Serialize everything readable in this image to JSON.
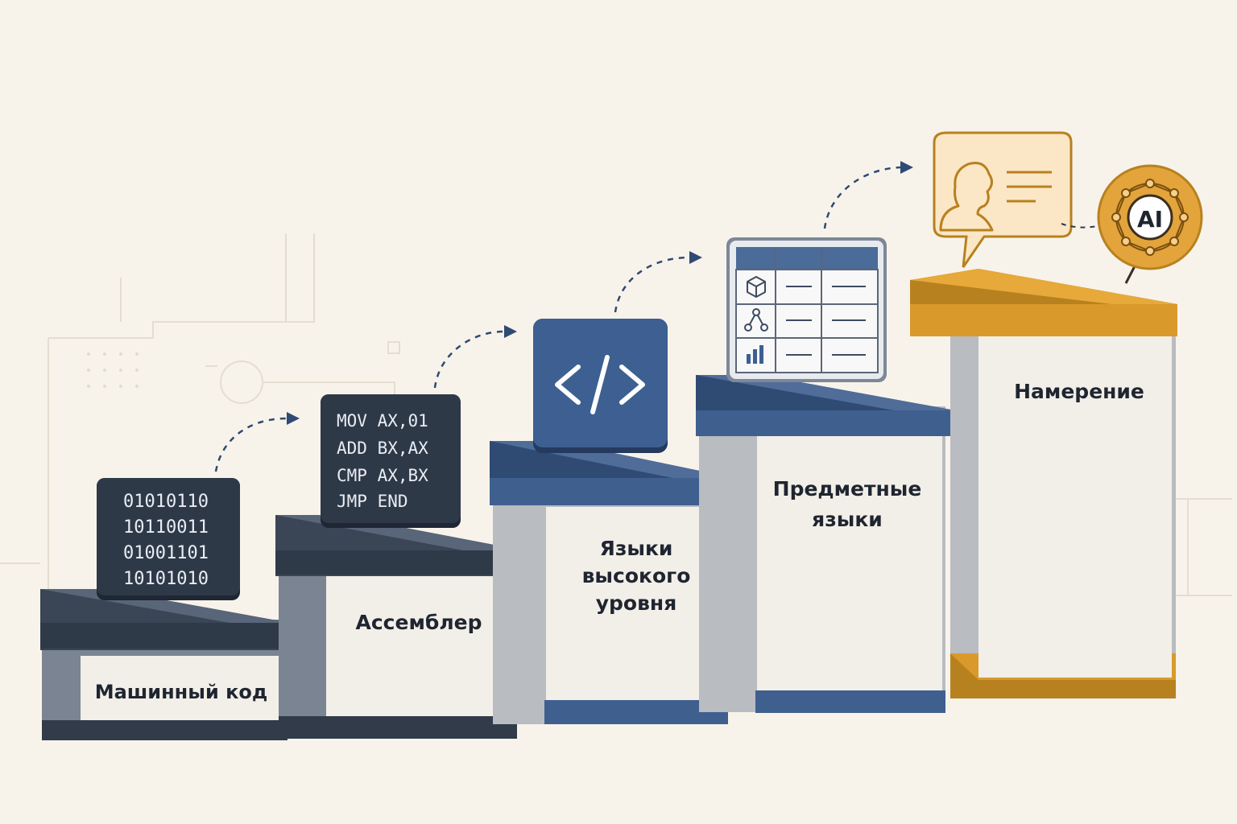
{
  "steps": [
    {
      "label": "Машинный код",
      "color": "#3f4c5f"
    },
    {
      "label": "Ассемблер",
      "color": "#3f4c5f"
    },
    {
      "label_lines": [
        "Языки",
        "высокого",
        "уровня"
      ],
      "color": "#3f5f8f"
    },
    {
      "label_lines": [
        "Предметные",
        "языки"
      ],
      "color": "#3f5f8f"
    },
    {
      "label": "Намерение",
      "color": "#d99a2b"
    }
  ],
  "binary_card": {
    "lines": [
      "01010110",
      "10110011",
      "01001101",
      "10101010"
    ]
  },
  "assembler_card": {
    "lines": [
      "MOV AX,01",
      "ADD BX,AX",
      "CMP AX,BX",
      "JMP END"
    ]
  },
  "code_card": {
    "icon": "code-brackets-icon",
    "text": "</>"
  },
  "dsl_card": {
    "icons": [
      "cube-icon",
      "graph-icon",
      "bar-chart-icon"
    ]
  },
  "intent": {
    "chat_icon": "person-chat-bubble-icon",
    "ai_badge": "AI"
  }
}
